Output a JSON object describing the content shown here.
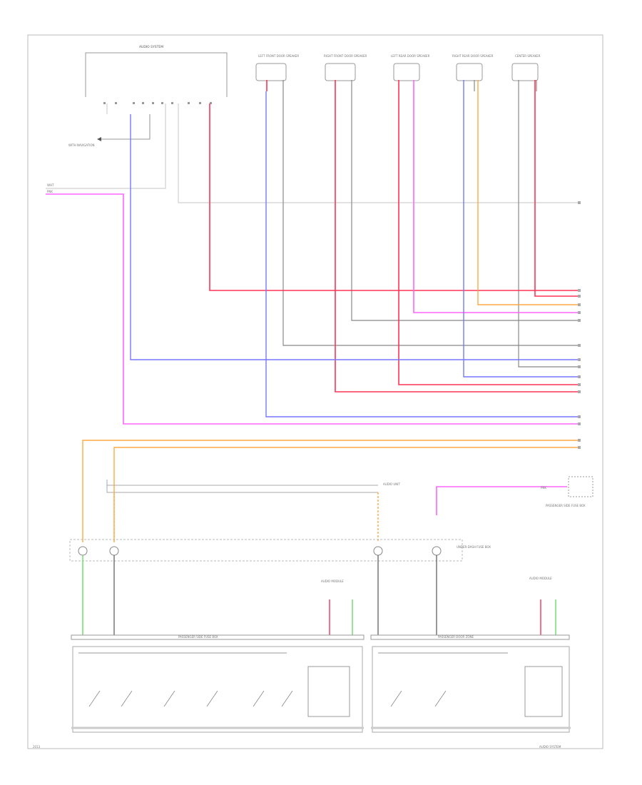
{
  "colors": {
    "red": "#ff3355",
    "pink": "#ff66ff",
    "blue": "#7777ff",
    "orange": "#ffaa44",
    "gray": "#888888",
    "lightgray": "#cfcfcf",
    "green": "#66dd66",
    "lightorange": "#ffcc99"
  },
  "labels": {
    "top_component": "AUDIO SYSTEM",
    "speakers": [
      "LEFT FRONT DOOR SPEAKER",
      "RIGHT FRONT DOOR SPEAKER",
      "LEFT REAR DOOR SPEAKER",
      "RIGHT REAR DOOR SPEAKER",
      "CENTER SPEAKER"
    ],
    "left_note": "WITH NAVIGATION",
    "left_wire_a": "WHT",
    "left_wire_b": "PNK",
    "module_a": "PASSENGER SIDE FUSE BOX",
    "module_b": "PASSENGER DOOR ZONE",
    "right_box_note": "PASSENGER SIDE FUSE BOX",
    "right_box_wire": "PNK",
    "mid_note": "AUDIO UNIT",
    "fuse_note": "UNDER-DASH FUSE BOX",
    "sub_a": "AUDIO MODULE",
    "sub_b": "AUDIO MODULE",
    "footer_left": "2013",
    "footer_right": "AUDIO SYSTEM"
  }
}
